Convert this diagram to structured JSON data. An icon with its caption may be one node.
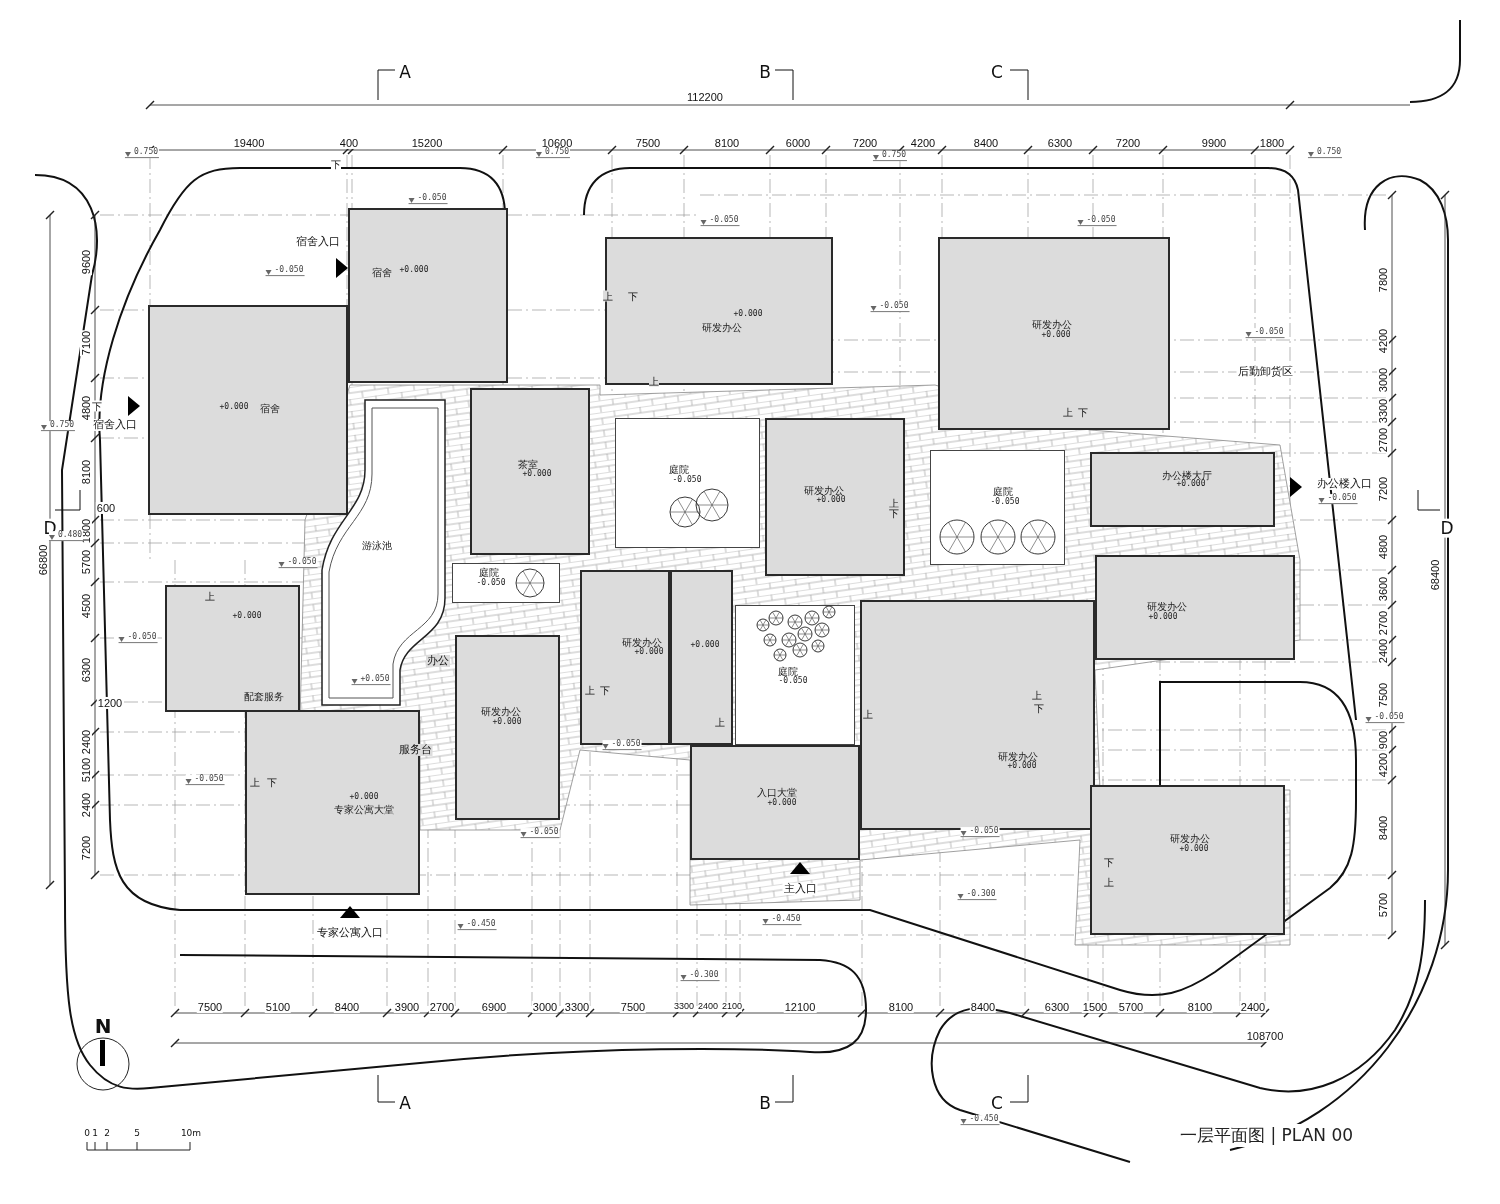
{
  "diagram": {
    "title": "一层平面图 | PLAN 00",
    "nodes": [
      {
        "text": [
          "宿舍",
          "+0.000"
        ]
      },
      {
        "text": [
          "+0.000",
          "宿舍"
        ]
      },
      {
        "text": [
          "茶室",
          "+0.000"
        ]
      },
      {
        "text": [
          "游泳池"
        ]
      },
      {
        "text": [
          "+0.000",
          "研发办公"
        ]
      },
      {
        "text": [
          "研发办公",
          "+0.000"
        ]
      },
      {
        "text": [
          "庭院",
          "-0.050"
        ]
      },
      {
        "text": [
          "研发办公",
          "+0.000"
        ]
      },
      {
        "text": [
          "庭院",
          "-0.050"
        ]
      },
      {
        "text": [
          "办公楼大厅",
          "+0.000"
        ]
      },
      {
        "text": [
          "庭院",
          "-0.050"
        ]
      },
      {
        "text": [
          "研发办公",
          "+0.000"
        ]
      },
      {
        "text": [
          "+0.000",
          "配套服务"
        ]
      },
      {
        "text": [
          "研发办公",
          "+0.000"
        ]
      },
      {
        "text": [
          "+0.000"
        ]
      },
      {
        "text": [
          "庭院",
          "-0.050"
        ]
      },
      {
        "text": [
          "研发办公",
          "+0.000"
        ]
      },
      {
        "text": [
          "+0.000",
          "专家公寓大堂"
        ]
      },
      {
        "text": [
          "入口大堂",
          "+0.000"
        ]
      },
      {
        "text": [
          "研发办公",
          "+0.000"
        ]
      },
      {
        "text": [
          "研发办公",
          "+0.000"
        ]
      }
    ],
    "labels": [
      "A",
      "B",
      "C",
      "112200",
      "19400",
      "400",
      "15200",
      "10600",
      "7500",
      "8100",
      "6000",
      "7200",
      "4200",
      "8400",
      "6300",
      "7200",
      "9900",
      "1800",
      "0.750",
      "0.750",
      "0.750",
      "0.750",
      "下",
      "-0.050",
      "-0.050",
      "-0.050",
      "宿舍入口",
      "-0.050",
      "9600",
      "7800",
      "-0.050",
      "-0.050",
      "7100",
      "4200",
      "后勤卸货区",
      "3000",
      "4800",
      "下",
      "3300",
      "0.750",
      "宿舍入口",
      "2700",
      "8100",
      "7200",
      "办公楼入口",
      "-0.050",
      "D",
      "D",
      "600",
      "1800",
      "4800",
      "0.480",
      "66800",
      "5700",
      "68400",
      "-0.050",
      "3600",
      "4500",
      "上",
      "2700",
      "-0.050",
      "办公",
      "2400",
      "6300",
      "+0.050",
      "7500",
      "1200",
      "-0.050",
      "2400",
      "900",
      "服务台",
      "5100",
      "4200",
      "-0.050",
      "2400",
      "-0.050",
      "8400",
      "-0.050",
      "7200",
      "主入口",
      "-0.300",
      "5700",
      "专家公寓入口",
      "-0.450",
      "-0.450",
      "-0.300",
      "上",
      "下",
      "上",
      "上",
      "下",
      "上",
      "下",
      "上",
      "下",
      "上",
      "上",
      "上",
      "下",
      "上",
      "下",
      "下",
      "上",
      "-0.050",
      "7500",
      "5100",
      "8400",
      "3900",
      "2700",
      "6900",
      "3000",
      "3300",
      "7500",
      "3300",
      "2400",
      "2100",
      "12100",
      "8100",
      "8400",
      "6300",
      "1500",
      "5700",
      "8100",
      "2400",
      "108700",
      "N",
      "A",
      "B",
      "C",
      "-0.450",
      "0",
      "1",
      "2",
      "5",
      "10m"
    ]
  }
}
